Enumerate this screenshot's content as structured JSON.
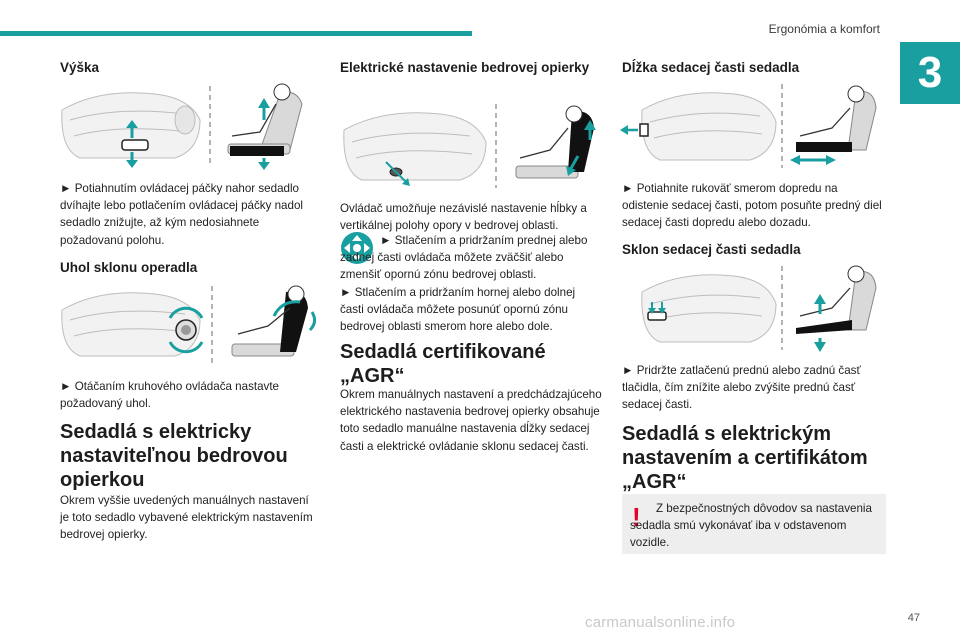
{
  "header": {
    "section": "Ergonómia a komfort",
    "chapter": "3"
  },
  "col1": {
    "h_height": "Výška",
    "p_height": "► Potiahnutím ovládacej páčky nahor sedadlo dvíhajte lebo potlačením ovládacej páčky nadol sedadlo znižujte, až kým nedosiahnete požadovanú polohu.",
    "h_back": "Uhol sklonu operadla",
    "p_back": "► Otáčaním kruhového ovládača nastavte požadovaný uhol.",
    "h_electric": "Sedadlá s elektricky nastaviteľnou bedrovou opierkou",
    "p_electric": "Okrem vyššie uvedených manuálnych nastavení je toto sedadlo vybavené elektrickým nastavením bedrovej opierky."
  },
  "col2": {
    "h_lumbar": "Elektrické nastavenie bedrovej opierky",
    "p_lumbar1": "Ovládač umožňuje nezávislé nastavenie hĺbky a vertikálnej polohy opory v bedrovej oblasti.",
    "p_lumbar2": "► Stlačením a pridržaním prednej alebo zadnej časti ovládača môžete zväčšiť alebo zmenšiť opornú zónu bedrovej oblasti.",
    "p_lumbar3": "► Stlačením a pridržaním hornej alebo dolnej časti ovládača môžete posunúť opornú zónu bedrovej oblasti smerom hore alebo dole.",
    "h_agr": "Sedadlá certifikované „AGR“",
    "p_agr": "Okrem manuálnych nastavení a predchádzajúceho elektrického nastavenia bedrovej opierky obsahuje toto sedadlo manuálne nastavenia dĺžky sedacej časti a elektrické ovládanie sklonu sedacej časti."
  },
  "col3": {
    "h_length": "Dĺžka sedacej časti sedadla",
    "p_length": "► Potiahnite rukoväť smerom dopredu na odistenie sedacej časti, potom posuňte predný diel sedacej časti dopredu alebo dozadu.",
    "h_tilt": "Sklon sedacej časti sedadla",
    "p_tilt": "► Pridržte zatlačenú prednú alebo zadnú časť tlačidla, čím znížite alebo zvýšite prednú časť sedacej časti.",
    "h_electric_agr": "Sedadlá s elektrickým nastavením a certifikátom „AGR“",
    "warning": "Z bezpečnostných dôvodov sa nastavenia sedadla smú vykonávať iba v odstavenom vozidle."
  },
  "footer": {
    "page": "47",
    "watermark": "carmanualsonline.info"
  },
  "colors": {
    "accent": "#1a9fa0",
    "warning": "#e4002b",
    "warning_bg": "#eeeeee"
  },
  "icons": [
    "seat-height-figure",
    "backrest-angle-figure",
    "lumbar-figure",
    "lumbar-control-icon",
    "seat-length-figure",
    "seat-tilt-figure",
    "warning-icon"
  ]
}
